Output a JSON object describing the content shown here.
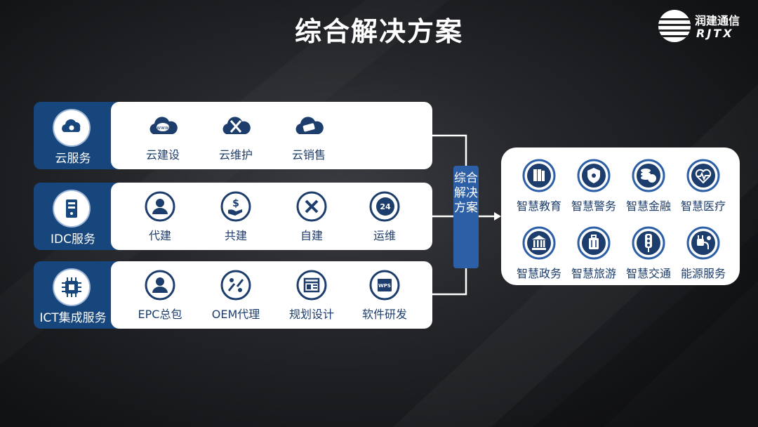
{
  "title": "综合解决方案",
  "logo": {
    "name_cn": "润建通信",
    "name_en": "RJTX"
  },
  "colors": {
    "navy": "#16467c",
    "accent": "#2c5fa6",
    "text": "#1d3e6c",
    "card": "#ffffff"
  },
  "rows": [
    {
      "category": "云服务",
      "category_icon": "cloud-gear-icon",
      "items": [
        {
          "label": "云建设",
          "icon": "cloud-www-icon"
        },
        {
          "label": "云维护",
          "icon": "cloud-tools-icon"
        },
        {
          "label": "云销售",
          "icon": "cloud-tag-icon"
        }
      ]
    },
    {
      "category": "IDC服务",
      "category_icon": "server-icon",
      "items": [
        {
          "label": "代建",
          "icon": "worker-icon"
        },
        {
          "label": "共建",
          "icon": "hand-dollar-icon"
        },
        {
          "label": "自建",
          "icon": "tools-icon"
        },
        {
          "label": "运维",
          "icon": "24h-icon"
        }
      ]
    },
    {
      "category": "ICT集成服务",
      "category_icon": "chip-icon",
      "items": [
        {
          "label": "EPC总包",
          "icon": "worker-icon"
        },
        {
          "label": "OEM代理",
          "icon": "handshake-icon"
        },
        {
          "label": "规划设计",
          "icon": "layout-icon"
        },
        {
          "label": "软件研发",
          "icon": "wps-doc-icon"
        }
      ]
    }
  ],
  "hub": {
    "label": "综合解决方案"
  },
  "solutions": [
    {
      "label": "智慧教育",
      "icon": "books-icon"
    },
    {
      "label": "智慧警务",
      "icon": "police-badge-icon"
    },
    {
      "label": "智慧金融",
      "icon": "coins-icon"
    },
    {
      "label": "智慧医疗",
      "icon": "heartbeat-icon"
    },
    {
      "label": "智慧政务",
      "icon": "government-icon"
    },
    {
      "label": "智慧旅游",
      "icon": "luggage-icon"
    },
    {
      "label": "智慧交通",
      "icon": "traffic-light-icon"
    },
    {
      "label": "能源服务",
      "icon": "plug-icon"
    }
  ]
}
